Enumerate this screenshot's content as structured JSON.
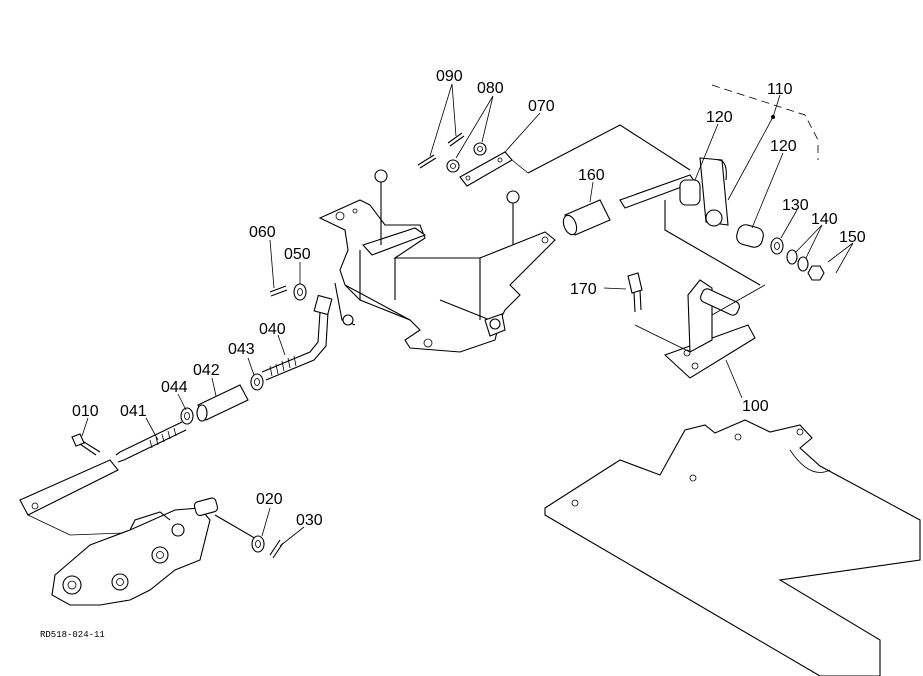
{
  "diagram": {
    "drawing_code": "RD518-024-11",
    "parts": [
      {
        "id": "p010",
        "label": "010"
      },
      {
        "id": "p041",
        "label": "041"
      },
      {
        "id": "p044",
        "label": "044"
      },
      {
        "id": "p042",
        "label": "042"
      },
      {
        "id": "p043",
        "label": "043"
      },
      {
        "id": "p040",
        "label": "040"
      },
      {
        "id": "p060",
        "label": "060"
      },
      {
        "id": "p050",
        "label": "050"
      },
      {
        "id": "p090",
        "label": "090"
      },
      {
        "id": "p080",
        "label": "080"
      },
      {
        "id": "p070",
        "label": "070"
      },
      {
        "id": "p160",
        "label": "160"
      },
      {
        "id": "p120a",
        "label": "120"
      },
      {
        "id": "p110",
        "label": "110"
      },
      {
        "id": "p120b",
        "label": "120"
      },
      {
        "id": "p130",
        "label": "130"
      },
      {
        "id": "p140",
        "label": "140"
      },
      {
        "id": "p150",
        "label": "150"
      },
      {
        "id": "p170",
        "label": "170"
      },
      {
        "id": "p100",
        "label": "100"
      },
      {
        "id": "p020",
        "label": "020"
      },
      {
        "id": "p030",
        "label": "030"
      }
    ]
  }
}
